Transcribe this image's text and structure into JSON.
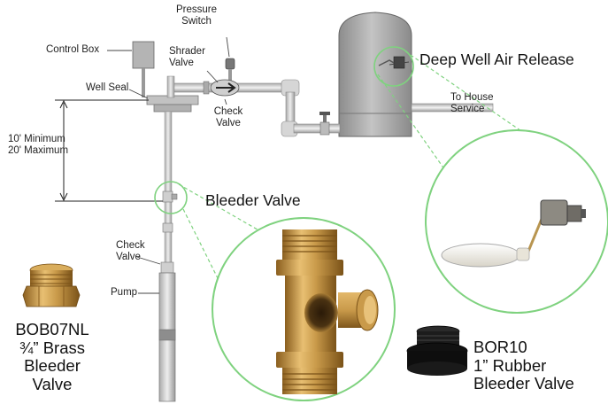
{
  "labels": {
    "pressure_switch": [
      "Pressure",
      "Switch"
    ],
    "control_box": "Control Box",
    "shrader_valve": [
      "Shrader",
      "Valve"
    ],
    "well_seal": "Well Seal",
    "check_valve_top": [
      "Check",
      "Valve"
    ],
    "depth": [
      "10' Minimum",
      "20' Maximum"
    ],
    "check_valve_lower": [
      "Check",
      "Valve"
    ],
    "pump": "Pump",
    "to_house": [
      "To House",
      "Service"
    ]
  },
  "callouts": {
    "deep_well": "Deep Well Air Release",
    "bleeder": "Bleeder Valve"
  },
  "products": {
    "brass": [
      "BOB07NL",
      "¾” Brass",
      "Bleeder",
      "Valve"
    ],
    "rubber": [
      "BOR10",
      "1” Rubber",
      "Bleeder Valve"
    ]
  },
  "colors": {
    "callout_circle": "#7fd27f",
    "pipe": "#c9c9c9",
    "tank": "#9a9a9a",
    "brass": "#c99a4a"
  }
}
